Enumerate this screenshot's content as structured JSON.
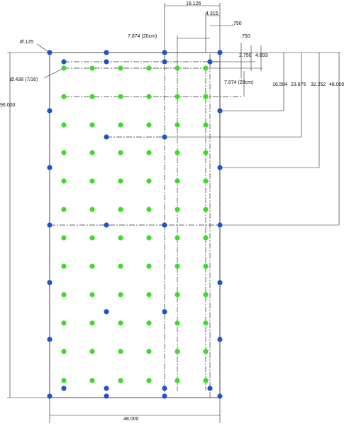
{
  "colors": {
    "blue_hole": "#1f54c8",
    "green_hole": "#3fdb2a",
    "lines": "#222222"
  },
  "labels": {
    "dim_16_126": "16.126",
    "dim_4_315": "4.315",
    "dim_750_top": ".750",
    "dim_7_874_top": "7.874 (20cm)",
    "dim_750_b": ".750",
    "dim_2_750": "2.750",
    "dim_4_693": "4.693",
    "dim_dia_125": "Ø.125",
    "dim_dia_438": "Ø.438 (7/16)",
    "dim_7_874_mid": "7.874 (20cm)",
    "dim_16_504": "16.504",
    "dim_23_875": "23.875",
    "dim_32_252": "32.252",
    "dim_48_right": "48.000",
    "dim_96": "96.000",
    "dim_48_bottom": "48.000"
  }
}
